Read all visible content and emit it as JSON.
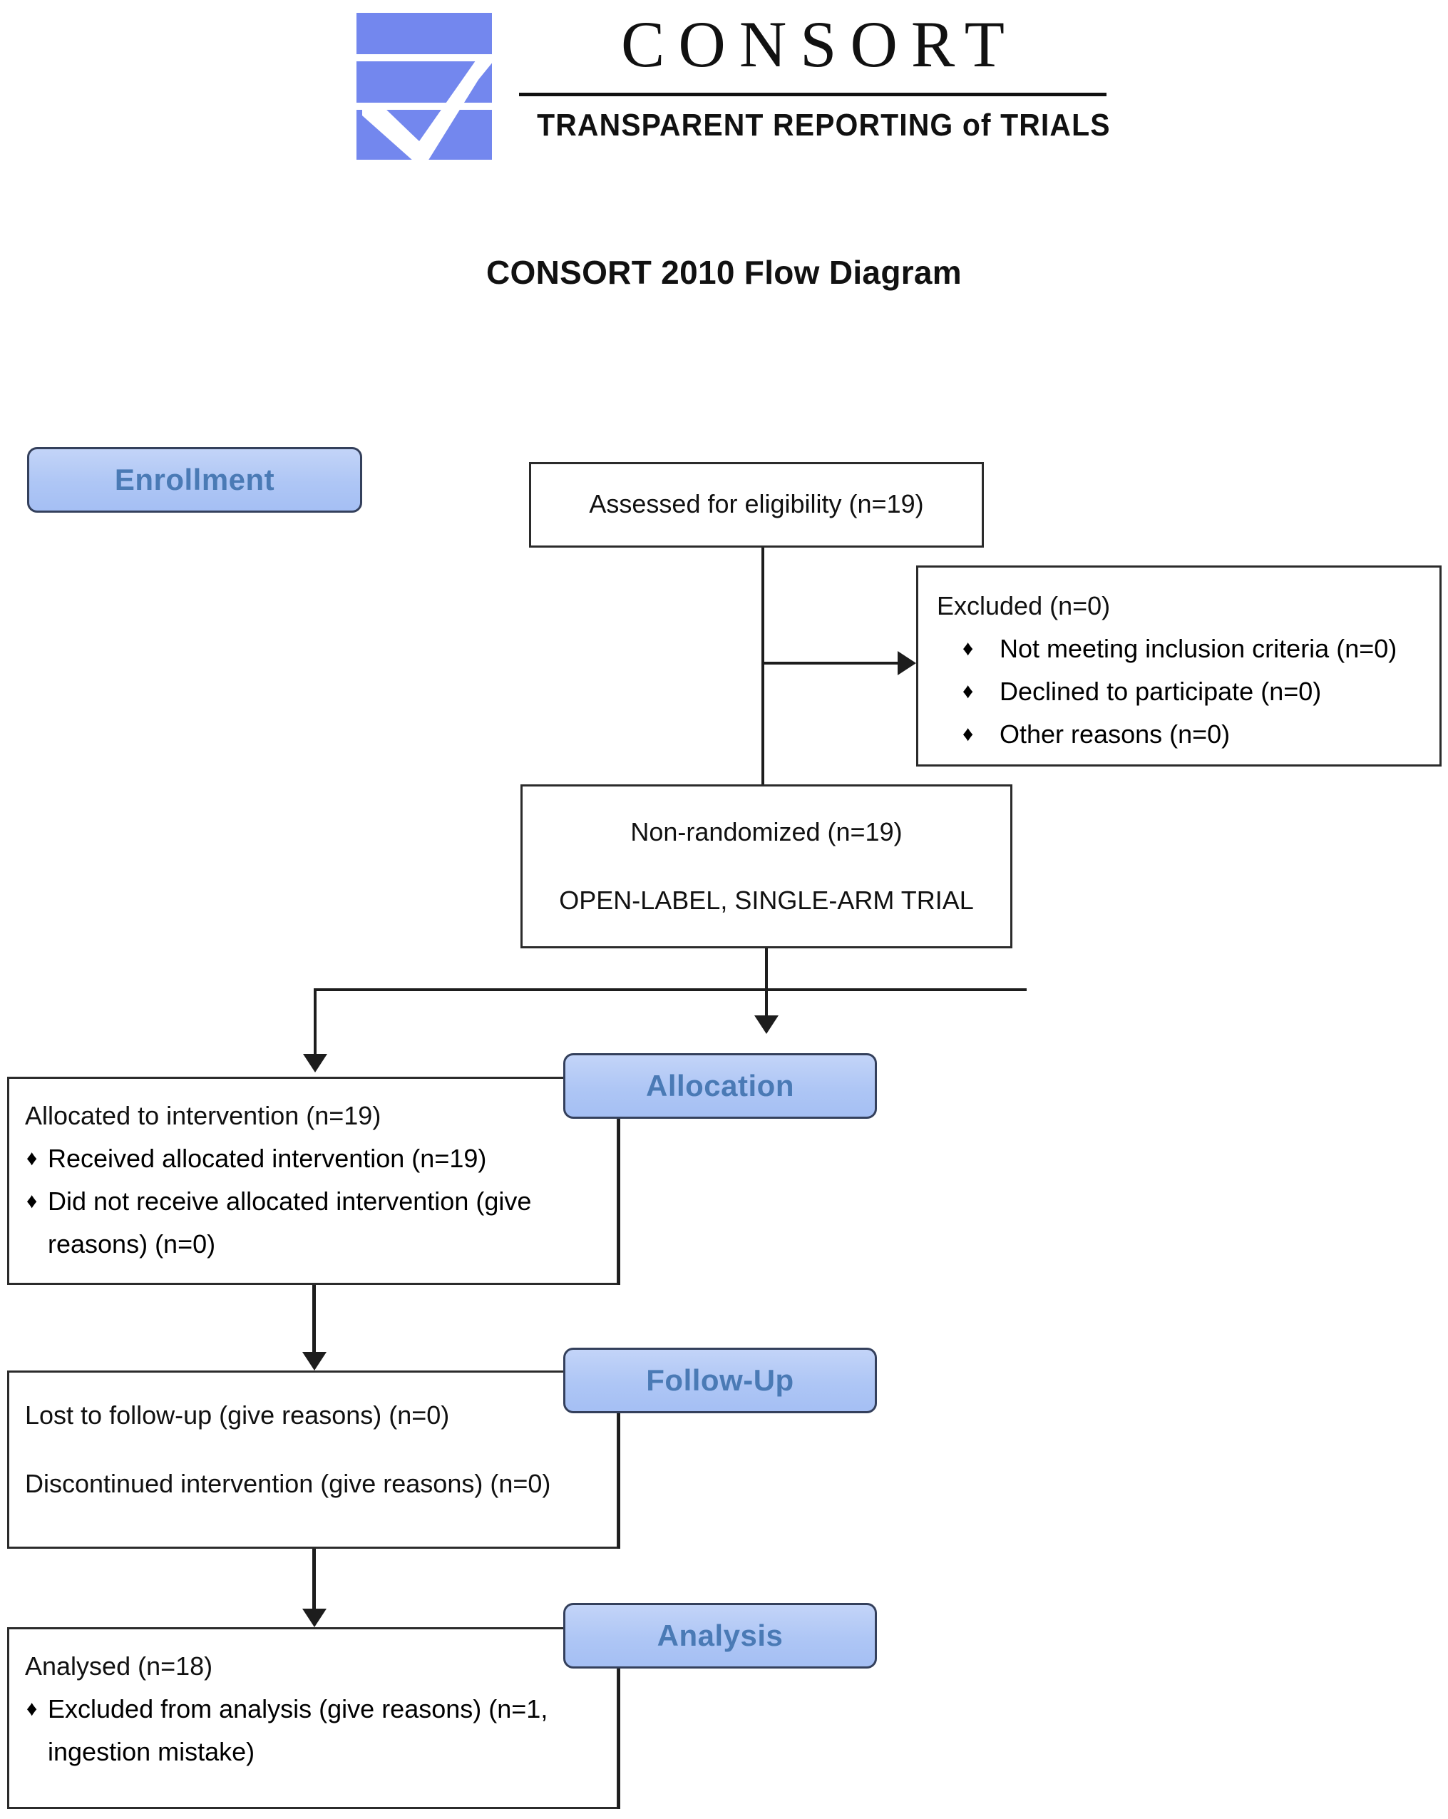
{
  "logo": {
    "wordmark": "CONSORT",
    "tagline": "TRANSPARENT REPORTING of TRIALS",
    "mark_color": "#7387EE"
  },
  "title": "CONSORT 2010 Flow Diagram",
  "colors": {
    "badge_fill": "#AEC6F5",
    "badge_text": "#4A7AB5",
    "badge_border": "#34405C",
    "box_border": "#2B2B2B",
    "connector": "#1D1D1D"
  },
  "stages": {
    "enrollment": "Enrollment",
    "allocation": "Allocation",
    "followup": "Follow-Up",
    "analysis": "Analysis"
  },
  "boxes": {
    "assessed": {
      "text": "Assessed for eligibility (n=19)"
    },
    "excluded": {
      "heading": "Excluded (n=0)",
      "items": [
        "Not meeting inclusion criteria (n=0)",
        "Declined to participate (n=0)",
        "Other reasons (n=0)"
      ]
    },
    "nonrandomized": {
      "line1": "Non-randomized (n=19)",
      "line2": "OPEN-LABEL, SINGLE-ARM TRIAL"
    },
    "allocated": {
      "heading": "Allocated to intervention (n=19)",
      "items": [
        "Received allocated intervention (n=19)",
        "Did not receive allocated intervention (give reasons) (n=0)"
      ]
    },
    "followup": {
      "line1": "Lost to follow-up (give reasons) (n=0)",
      "line2": "Discontinued intervention (give reasons) (n=0)"
    },
    "analysed": {
      "heading": "Analysed (n=18)",
      "items": [
        "Excluded from analysis (give reasons) (n=1, ingestion mistake)"
      ]
    }
  },
  "bullet_glyph": "♦"
}
